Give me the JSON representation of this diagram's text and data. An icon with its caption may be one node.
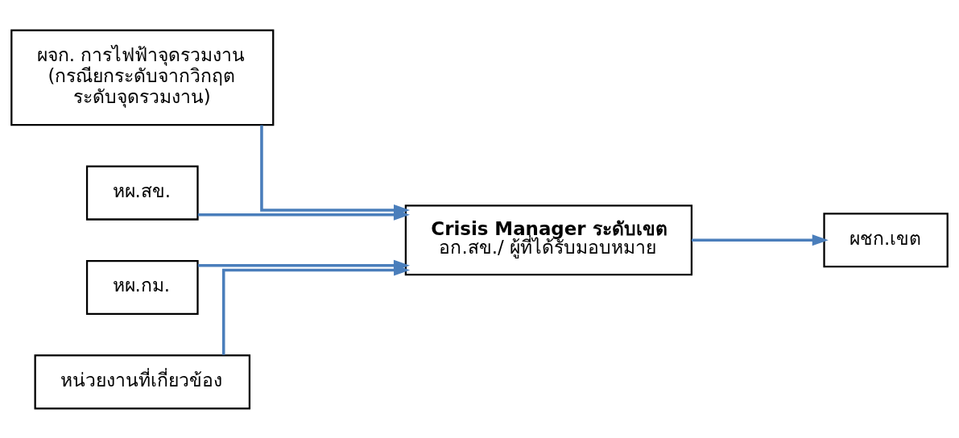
{
  "diagram": {
    "nodes": [
      {
        "text": [
          "ผจก. การไฟฟ้าจุดรวมงาน (กรณียกระดับจากวิกฤต ระดับจุดรวมงาน)"
        ]
      },
      {
        "text": [
          "หผ.สข."
        ]
      },
      {
        "text": [
          "หผ.กม."
        ]
      },
      {
        "text": [
          "หน่วยงานที่เกี่ยวข้อง"
        ]
      },
      {
        "text": [
          "Crisis Manager ระดับเขต",
          "อก.สข./ ผู้ที่ได้รับมอบหมาย"
        ]
      },
      {
        "text": [
          "ผชก.เขต"
        ]
      }
    ],
    "edges": [
      {
        "from": 0,
        "to": 4,
        "arrow": "to"
      },
      {
        "from": 1,
        "to": 4,
        "arrow": "to"
      },
      {
        "from": 2,
        "to": 4,
        "arrow": "to"
      },
      {
        "from": 3,
        "to": 4,
        "arrow": "to"
      },
      {
        "from": 4,
        "to": 5,
        "arrow": "to"
      }
    ]
  }
}
